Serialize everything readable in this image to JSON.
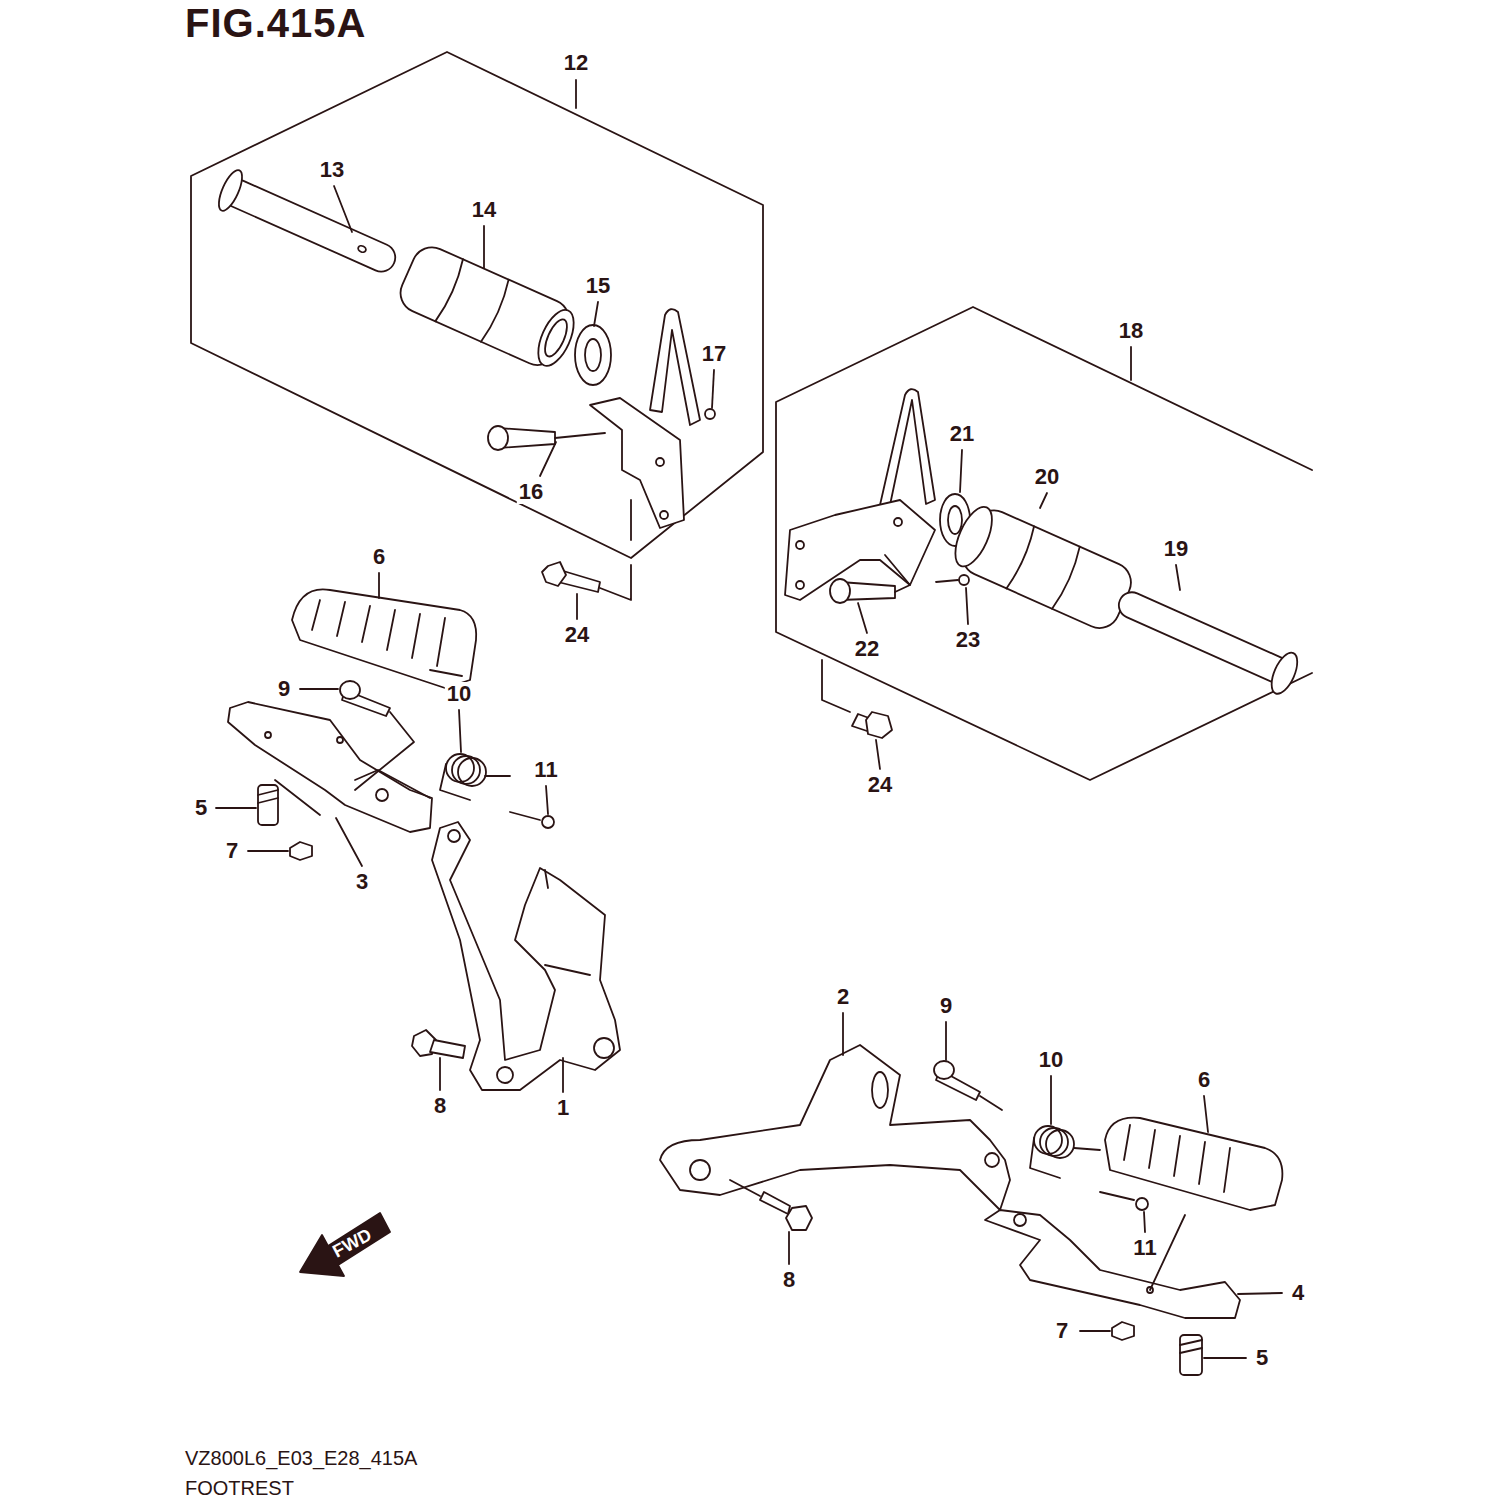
{
  "diagram": {
    "title": "FIG.415A",
    "caption": "FOOTREST",
    "labels": [
      "12",
      "13",
      "14",
      "15",
      "17",
      "16",
      "18",
      "21",
      "20",
      "19",
      "6",
      "24",
      "22",
      "23",
      "9",
      "10",
      "11",
      "24",
      "5",
      "7",
      "3",
      "2",
      "9",
      "10",
      "6",
      "8",
      "1",
      "11",
      "8",
      "4",
      "7",
      "5",
      "FWD",
      "VZ800L6_E03_E28_415A"
    ]
  }
}
